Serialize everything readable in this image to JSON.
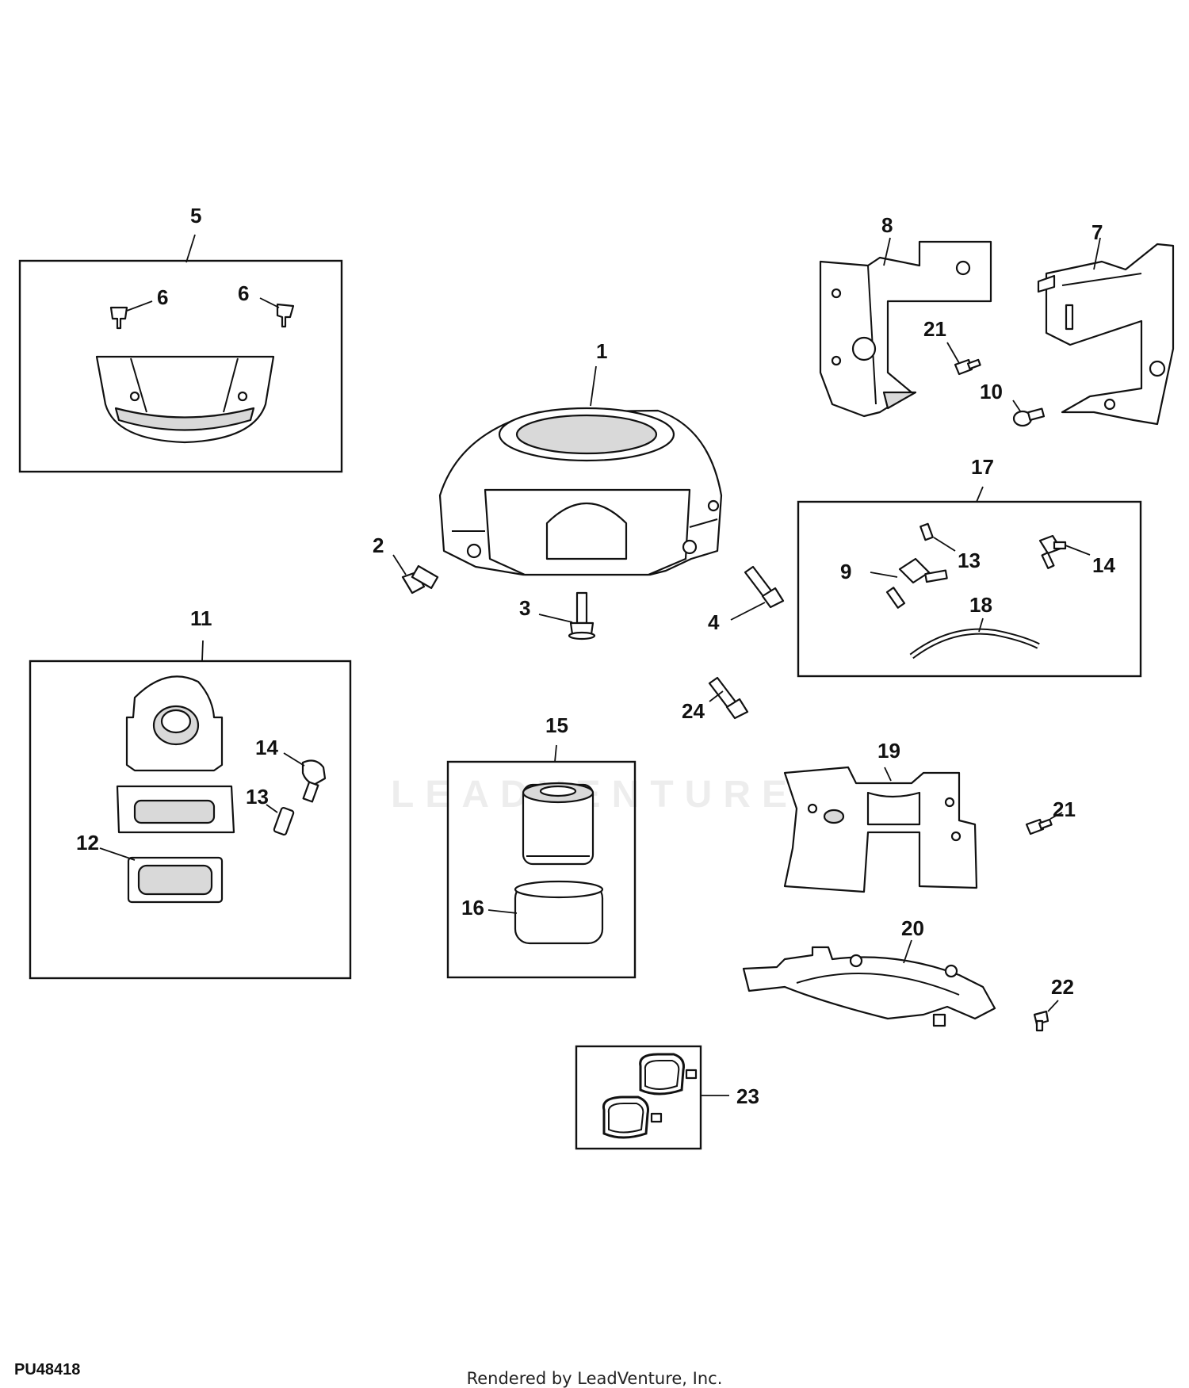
{
  "diagram": {
    "reference_code": "PU48418",
    "credit": "Rendered by LeadVenture, Inc.",
    "watermark": "LEADVENTURE",
    "callouts": {
      "c1": "1",
      "c2": "2",
      "c3": "3",
      "c4": "4",
      "c5": "5",
      "c6a": "6",
      "c6b": "6",
      "c7": "7",
      "c8": "8",
      "c9": "9",
      "c10": "10",
      "c11": "11",
      "c12": "12",
      "c13a": "13",
      "c13b": "13",
      "c14a": "14",
      "c14b": "14",
      "c15": "15",
      "c16": "16",
      "c17": "17",
      "c18": "18",
      "c19": "19",
      "c20": "20",
      "c21a": "21",
      "c21b": "21",
      "c22": "22",
      "c23": "23",
      "c24": "24"
    }
  },
  "colors": {
    "line": "#111111",
    "fill": "#ffffff",
    "shade": "#d9d9d9"
  }
}
